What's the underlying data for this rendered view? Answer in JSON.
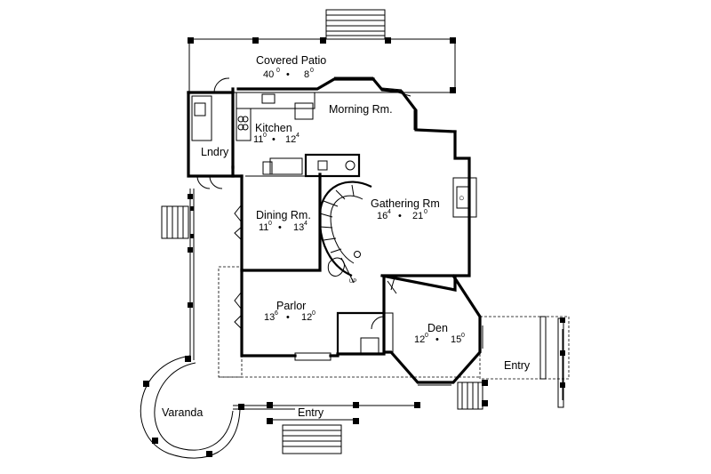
{
  "rooms": {
    "covered_patio": {
      "name": "Covered Patio",
      "w": "40",
      "w_in": "0",
      "sep": "•",
      "d": "8",
      "d_in": "0"
    },
    "morning_rm": {
      "name": "Morning Rm."
    },
    "kitchen": {
      "name": "Kitchen",
      "w": "11",
      "w_in": "0",
      "sep": "•",
      "d": "12",
      "d_in": "4"
    },
    "laundry": {
      "name": "Lndry"
    },
    "gathering_rm": {
      "name": "Gathering Rm",
      "w": "16",
      "w_in": "4",
      "sep": "•",
      "d": "21",
      "d_in": "0"
    },
    "dining_rm": {
      "name": "Dining Rm.",
      "w": "11",
      "w_in": "0",
      "sep": "•",
      "d": "13",
      "d_in": "4"
    },
    "parlor": {
      "name": "Parlor",
      "w": "13",
      "w_in": "6",
      "sep": "•",
      "d": "12",
      "d_in": "0"
    },
    "den": {
      "name": "Den",
      "w": "12",
      "w_in": "0",
      "sep": "•",
      "d": "15",
      "d_in": "0"
    },
    "entry_side": {
      "name": "Entry"
    },
    "varanda": {
      "name": "Varanda"
    },
    "entry_front": {
      "name": "Entry"
    }
  },
  "stair": {
    "label": "UP"
  }
}
